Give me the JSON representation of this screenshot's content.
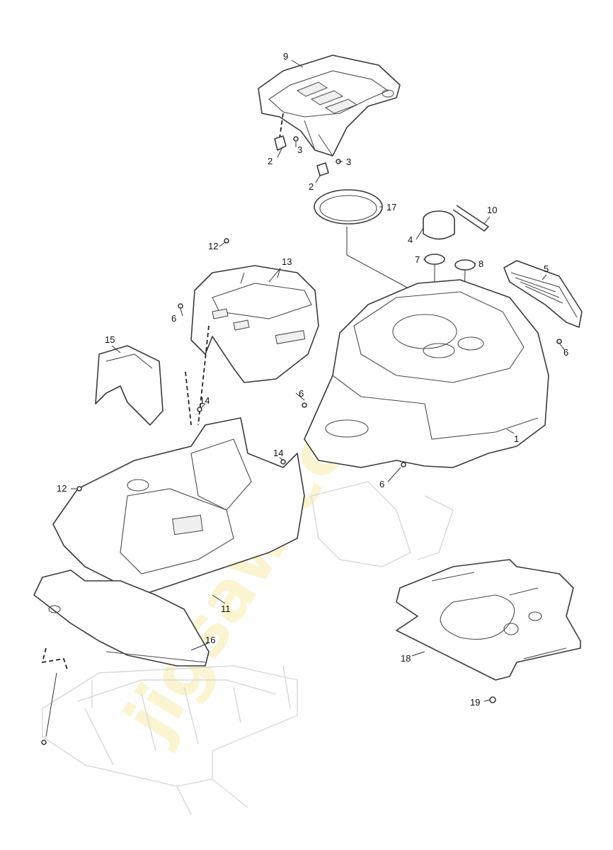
{
  "watermark": "jigsaw.co.uk",
  "callouts": [
    {
      "id": "c9",
      "label": "9"
    },
    {
      "id": "c2a",
      "label": "2"
    },
    {
      "id": "c3a",
      "label": "3"
    },
    {
      "id": "c2b",
      "label": "2"
    },
    {
      "id": "c3b",
      "label": "3"
    },
    {
      "id": "c17",
      "label": "17"
    },
    {
      "id": "c10",
      "label": "10"
    },
    {
      "id": "c4",
      "label": "4"
    },
    {
      "id": "c7",
      "label": "7"
    },
    {
      "id": "c8",
      "label": "8"
    },
    {
      "id": "c5",
      "label": "5"
    },
    {
      "id": "c6a",
      "label": "6"
    },
    {
      "id": "c12a",
      "label": "12"
    },
    {
      "id": "c13",
      "label": "13"
    },
    {
      "id": "c6b",
      "label": "6"
    },
    {
      "id": "c15",
      "label": "15"
    },
    {
      "id": "c6c",
      "label": "6"
    },
    {
      "id": "c14a",
      "label": "14"
    },
    {
      "id": "c14b",
      "label": "14"
    },
    {
      "id": "c1",
      "label": "1"
    },
    {
      "id": "c6d",
      "label": "6"
    },
    {
      "id": "c12b",
      "label": "12"
    },
    {
      "id": "c11",
      "label": "11"
    },
    {
      "id": "c16",
      "label": "16"
    },
    {
      "id": "c18",
      "label": "18"
    },
    {
      "id": "c19",
      "label": "19"
    }
  ],
  "colors": {
    "line": "#3a3a3a",
    "ghost": "#d8d8d8",
    "watermark": "#f6e27a"
  }
}
